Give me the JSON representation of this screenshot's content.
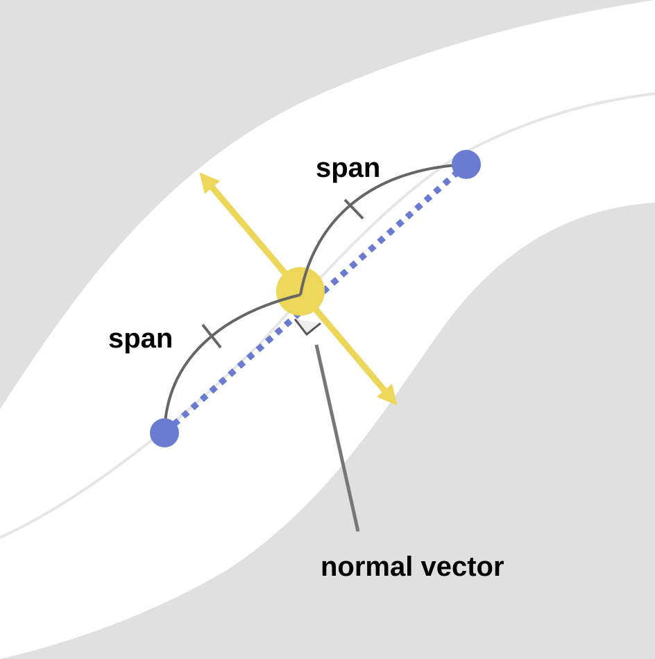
{
  "labels": {
    "span_upper": "span",
    "span_lower": "span",
    "normal_vector": "normal vector"
  },
  "colors": {
    "background": "#e0e0e0",
    "band": "#ffffff",
    "centerline": "#e6e6e6",
    "chord": "#6b7bd0",
    "endpoint": "#6b7bd0",
    "normal_arrow": "#ecd75a",
    "sample_point": "#ecd75a",
    "span_curve": "#666666",
    "leader_line": "#777777",
    "right_angle_marker": "#555555",
    "text": "#000000"
  }
}
